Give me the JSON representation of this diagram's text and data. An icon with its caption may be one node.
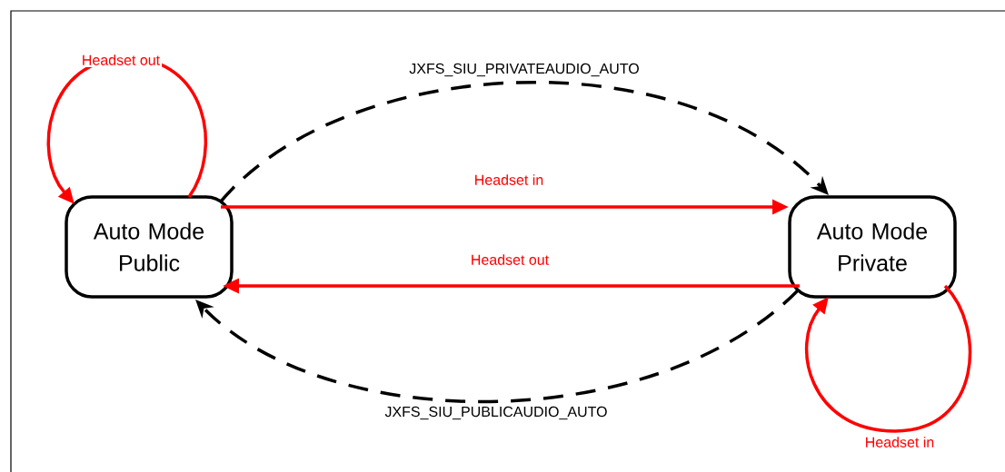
{
  "diagram": {
    "nodes": [
      {
        "text": [
          "Auto Mode Public"
        ]
      },
      {
        "text": [
          "Auto Mode Private"
        ]
      }
    ],
    "edges": [
      {
        "from": 0,
        "to": 0,
        "arrow": "to",
        "label": "Headset out",
        "color": "#ff0000"
      },
      {
        "from": 0,
        "to": 1,
        "arrow": "to",
        "label": "Headset in",
        "color": "#ff0000"
      },
      {
        "from": 1,
        "to": 0,
        "arrow": "to",
        "label": "Headset out",
        "color": "#ff0000"
      },
      {
        "from": 1,
        "to": 1,
        "arrow": "to",
        "label": "Headset in",
        "color": "#ff0000"
      },
      {
        "from": 0,
        "to": 1,
        "arrow": "to",
        "label": "JXFS_SIU_PRIVATEAUDIO_AUTO",
        "style": "dashed",
        "color": "#000000"
      },
      {
        "from": 1,
        "to": 0,
        "arrow": "to",
        "label": "JXFS_SIU_PUBLICAUDIO_AUTO",
        "style": "dashed",
        "color": "#000000"
      }
    ]
  }
}
